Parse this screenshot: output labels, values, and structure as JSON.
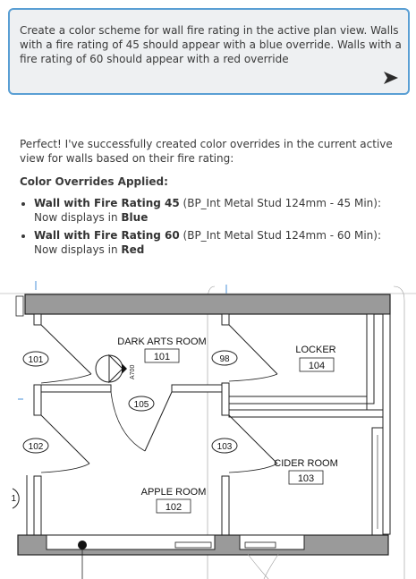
{
  "prompt": {
    "text": "Create a color scheme for wall fire rating in the active plan view. Walls with a fire rating of 45 should appear with a blue override. Walls with a fire rating of 60 should appear with a red override",
    "send_icon": "send-arrow-icon"
  },
  "response": {
    "intro": "Perfect! I've successfully created color overrides in the current active view for walls based on their fire rating:",
    "heading": "Color Overrides Applied:",
    "items": [
      {
        "bold": "Wall with Fire Rating 45",
        "detail": " (BP_Int Metal Stud 124mm - 45 Min): Now displays in ",
        "color_word": "Blue"
      },
      {
        "bold": "Wall with Fire Rating 60",
        "detail": " (BP_Int Metal Stud 124mm - 60 Min): Now displays in ",
        "color_word": "Red"
      }
    ]
  },
  "plan": {
    "rooms": [
      {
        "name": "DARK ARTS ROOM",
        "number": "101"
      },
      {
        "name": "LOCKER",
        "number": "104"
      },
      {
        "name": "CIDER ROOM",
        "number": "103"
      },
      {
        "name": "APPLE ROOM",
        "number": "102"
      }
    ],
    "door_tags": [
      "101",
      "98",
      "105",
      "102",
      "103",
      "1"
    ],
    "elevation_tag": "A700"
  }
}
